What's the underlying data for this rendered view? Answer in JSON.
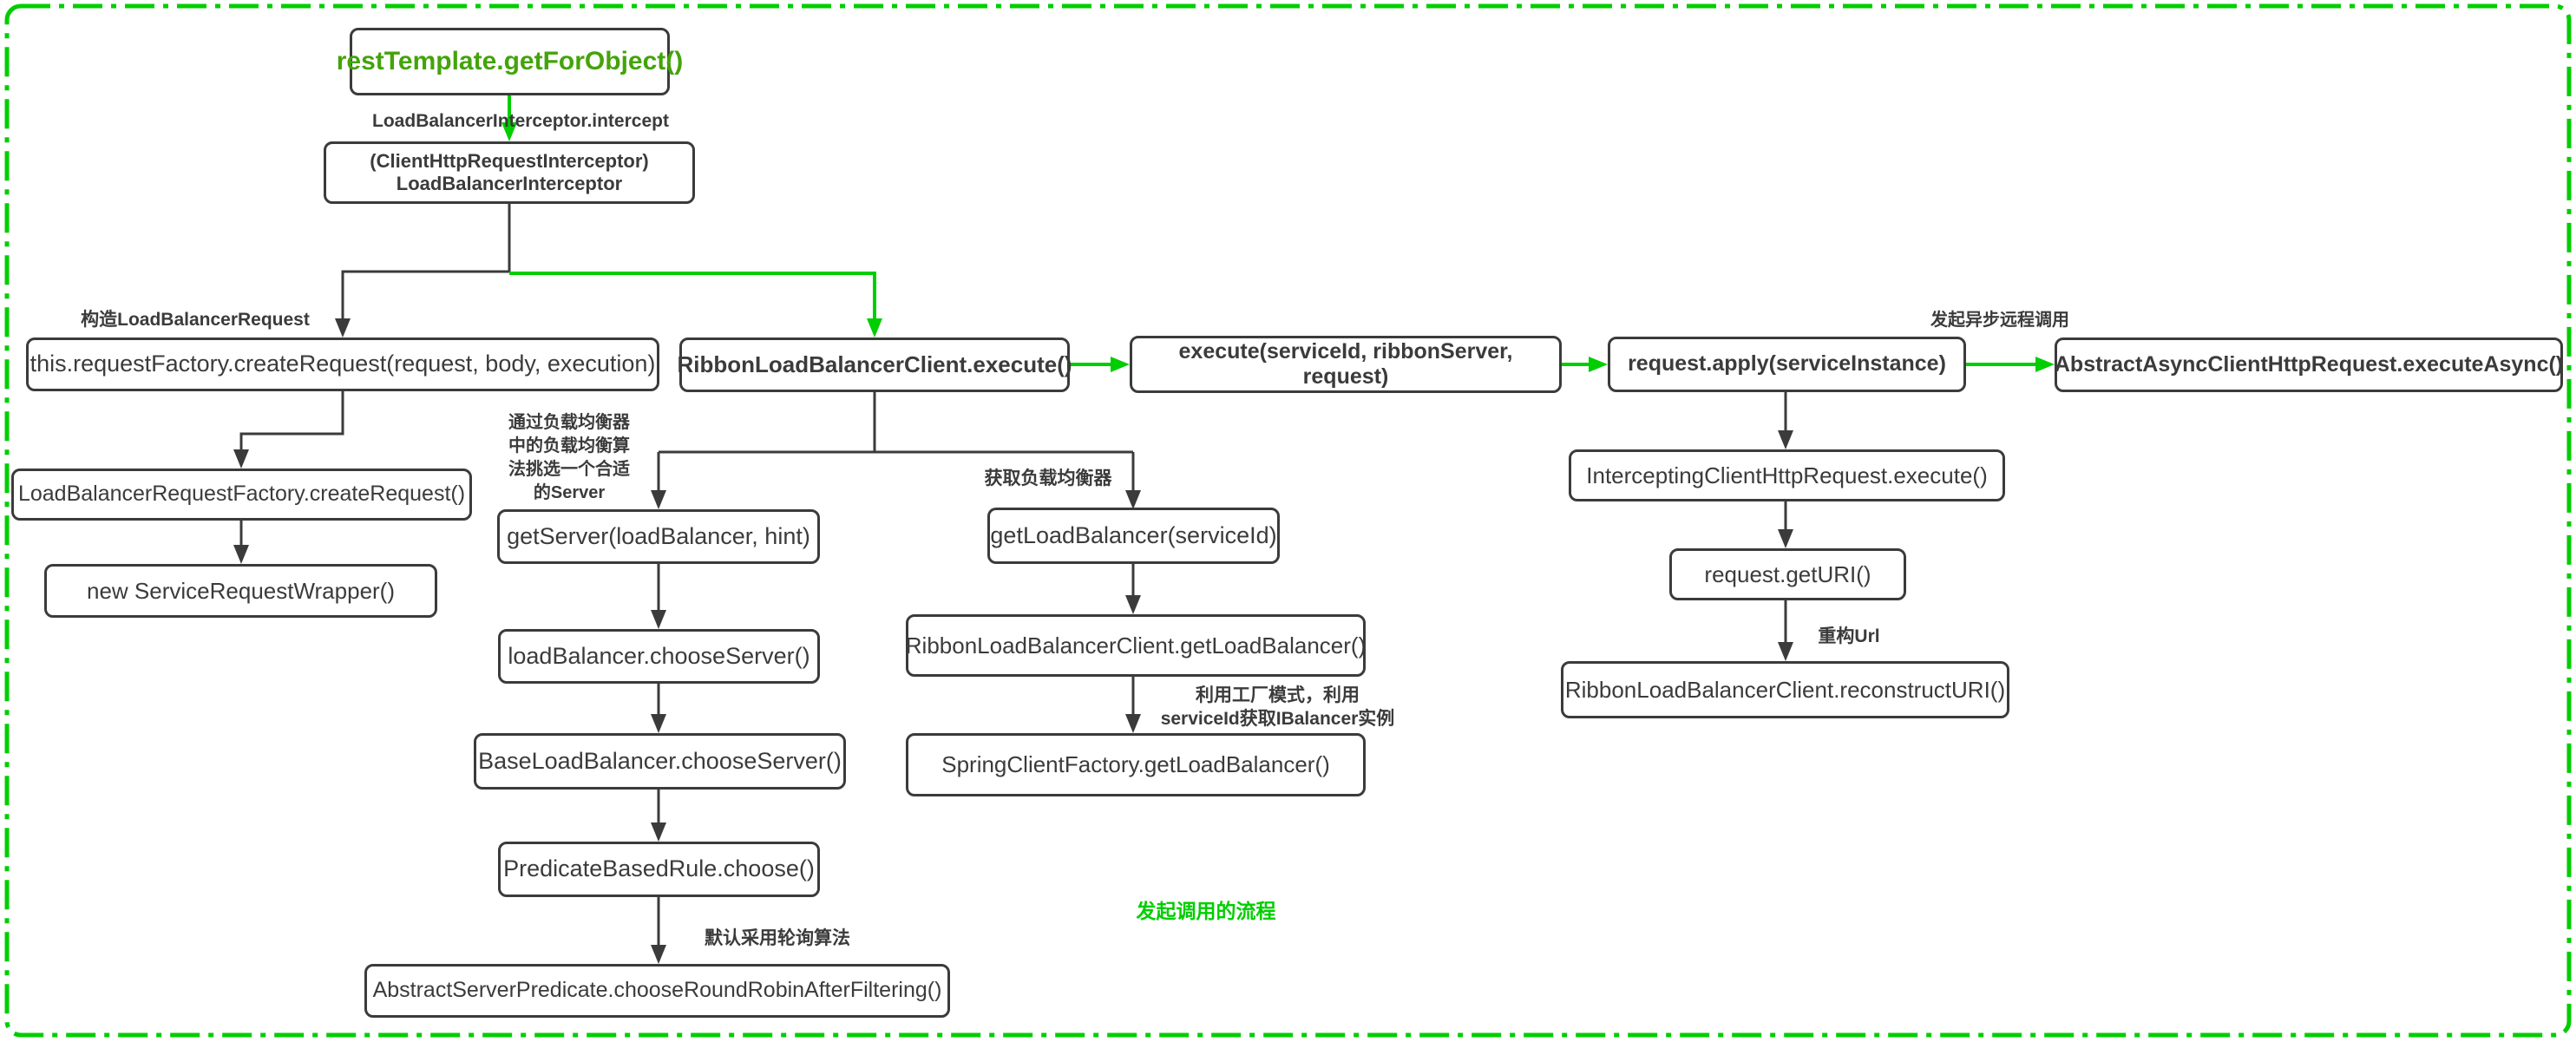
{
  "diagram": {
    "colors": {
      "accent_green": "#00CE00",
      "node_border": "#3B3B3B",
      "node_text": "#3B3B3B",
      "highlight_text_green": "#44A30A"
    },
    "nodes": {
      "rest_template": "restTemplate.getForObject()",
      "interceptor": {
        "line1": "(ClientHttpRequestInterceptor)",
        "line2": "LoadBalancerInterceptor"
      },
      "create_request": "this.requestFactory.createRequest(request, body, execution)",
      "ribbon_execute": "RibbonLoadBalancerClient.execute()",
      "execute_service": {
        "line1": "execute(serviceId, ribbonServer,",
        "line2": "request)"
      },
      "request_apply": "request.apply(serviceInstance)",
      "abstract_async": "AbstractAsyncClientHttpRequest.executeAsync()",
      "lb_request_factory": "LoadBalancerRequestFactory.createRequest()",
      "new_wrapper": "new ServiceRequestWrapper()",
      "get_server": "getServer(loadBalancer, hint)",
      "lb_choose": "loadBalancer.chooseServer()",
      "base_choose": "BaseLoadBalancer.chooseServer()",
      "predicate_choose": "PredicateBasedRule.choose()",
      "abstract_predicate": "AbstractServerPredicate.chooseRoundRobinAfterFiltering()",
      "get_load_balancer": "getLoadBalancer(serviceId)",
      "ribbon_get_lb": "RibbonLoadBalancerClient.getLoadBalancer()",
      "spring_factory": "SpringClientFactory.getLoadBalancer()",
      "intercepting_execute": "InterceptingClientHttpRequest.execute()",
      "request_get_uri": "request.getURI()",
      "reconstruct_uri": "RibbonLoadBalancerClient.reconstructURI()"
    },
    "labels": {
      "intercept_method": "LoadBalancerInterceptor.intercept",
      "build_request": "构造LoadBalancerRequest",
      "pick_server": [
        "通过负载均衡器",
        "中的负载均衡算",
        "法挑选一个合适",
        "的Server"
      ],
      "get_balancer": "获取负载均衡器",
      "factory_mode": [
        "利用工厂模式，利用",
        "serviceId获取IBalancer实例"
      ],
      "round_robin": "默认采用轮询算法",
      "async_remote": "发起异步远程调用",
      "rebuild_url": "重构Url",
      "flow_note": "发起调用的流程"
    }
  }
}
